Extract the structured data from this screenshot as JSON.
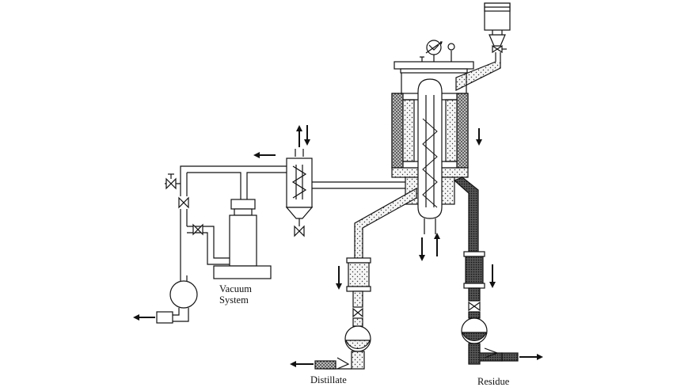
{
  "labels": {
    "vacuum_system": "Vacuum\nSystem",
    "distillate": "Distillate",
    "residue": "Residue"
  },
  "colors": {
    "line": "#111111",
    "dotted_fill": "#e6e6e6",
    "heavy_fill": "#8a8a8a"
  }
}
